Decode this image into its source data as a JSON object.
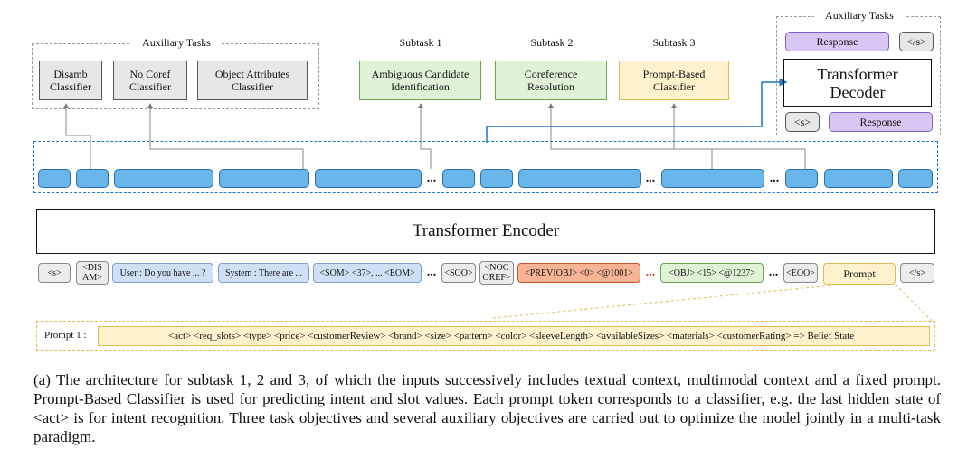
{
  "aux_left": {
    "title": "Auxiliary Tasks",
    "boxes": [
      "Disamb\nClassifier",
      "No Coref\nClassifier",
      "Object Attributes\nClassifier"
    ]
  },
  "subtasks": [
    {
      "title": "Subtask 1",
      "label": "Ambiguous Candidate\nIdentification"
    },
    {
      "title": "Subtask 2",
      "label": "Coreference\nResolution"
    },
    {
      "title": "Subtask 3",
      "label": "Prompt-Based\nClassifier"
    }
  ],
  "aux_right": {
    "title": "Auxiliary Tasks",
    "response_top": "Response",
    "end_token_top": "</s>",
    "decoder": "Transformer\nDecoder",
    "start_token_bottom": "<s>",
    "response_bottom": "Response"
  },
  "hidden_dots": [
    "...",
    "...",
    "..."
  ],
  "encoder": "Transformer Encoder",
  "inputs": [
    "<s>",
    "<DIS\nAM>",
    "User : Do you have ... ?",
    "System : There are ...",
    "<SOM> <37>, ... <EOM>",
    "...",
    "<SOO>",
    "<NOC\nOREF>",
    "<PREVIOBJ> <0> <@1001>",
    "...",
    "<OBJ> <15> <@1237>",
    "...",
    "<EOO>",
    "Prompt",
    "</s>"
  ],
  "prompt_label": "Prompt 1 :",
  "prompt_text": "<act> <req_slots> <type> <price> <customerReview> <brand> <size> <pattern> <color> <sleeveLength> <availableSizes> <materials> <customerRating> => Belief State :",
  "caption": "(a)  The architecture for subtask 1, 2 and 3, of which the inputs successively includes textual context, multimodal context and a fixed prompt. Prompt-Based Classifier is used for predicting intent and slot values. Each prompt token corresponds to a classifier, e.g. the last hidden state of <act> is for intent recognition. Three task objectives and several auxiliary objectives are carried out to optimize the model jointly in a multi-task paradigm.",
  "colors": {
    "token_blue": "#69b7ea",
    "arrow_blue": "#1f77c8",
    "orange_accent": "#e0b94f",
    "red_dots": "#d23b20"
  }
}
